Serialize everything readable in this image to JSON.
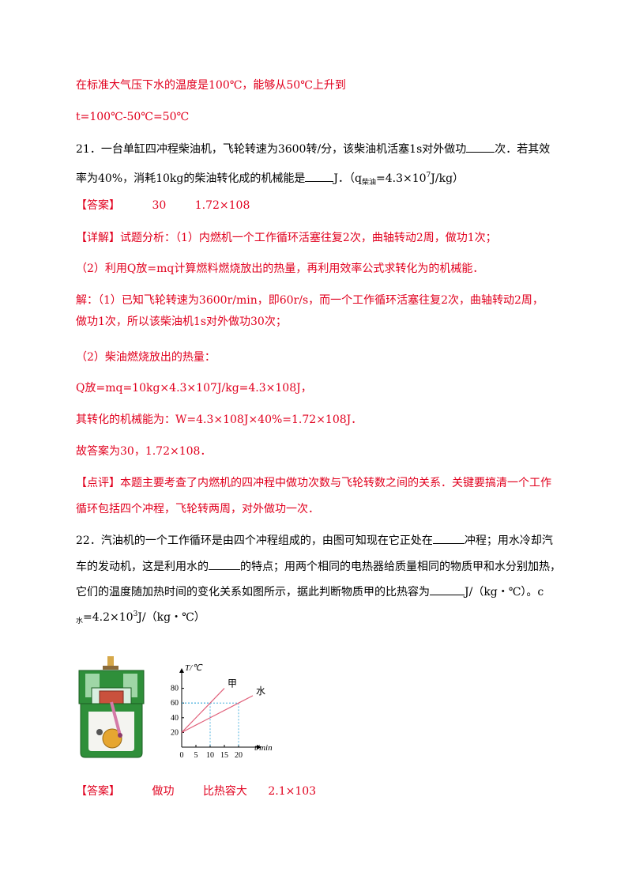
{
  "prev": {
    "line1": "在标准大气压下水的温度是100℃，能够从50℃上升到",
    "line2": "t=100℃-50℃=50℃"
  },
  "q21": {
    "line1_a": "21．一台单缸四冲程柴油机，飞轮转速为3600转/分，该柴油机活塞1s对外做功",
    "line1_b": "次．若其效",
    "line2_a": "率为40%，消耗10kg的柴油转化成的机械能是",
    "line2_b": "J．（q",
    "line2_sub": "柴油",
    "line2_c": "=4.3×10",
    "line2_sup": "7",
    "line2_d": "J/kg）",
    "answer_label": "【答案】",
    "answer_1": "30",
    "answer_2": "1.72×108",
    "analysis": [
      "【详解】试题分析：（1）内燃机一个工作循环活塞往复2次，曲轴转动2周，做功1次；",
      "（2）利用Q放=mq计算燃料燃烧放出的热量，再利用效率公式求转化为的机械能．",
      "解：（1）已知飞轮转速为3600r/min，即60r/s，而一个工作循环活塞往复2次，曲轴转动2周，",
      "做功1次，所以该柴油机1s对外做功30次；",
      "（2）柴油燃烧放出的热量：",
      "Q放=mq=10kg×4.3×107J/kg=4.3×108J，",
      "其转化的机械能为：W=4.3×108J×40%=1.72×108J．",
      "故答案为30，1.72×108．",
      "【点评】本题主要考查了内燃机的四冲程中做功次数与飞轮转数之间的关系．关键要搞清一个工作",
      "循环包括四个冲程，飞轮转两周，对外做功一次．"
    ]
  },
  "q22": {
    "line1_a": "22．汽油机的一个工作循环是由四个冲程组成的，由图可知现在它正处在",
    "line1_b": "冲程；用水冷却汽",
    "line2_a": "车的发动机，这是利用水的",
    "line2_b": "的特点；用两个相同的电热器给质量相同的物质甲和水分别加热，",
    "line3_a": "它们的温度随加热时间的变化关系如图所示，据此判断物质甲的比热容为",
    "line3_b": "J/（kg・℃）。c",
    "line4_sub": "水",
    "line4_a": "=4.2×10",
    "line4_sup": "3",
    "line4_b": "J/（kg・℃）",
    "answer_label": "【答案】",
    "answer_1": "做功",
    "answer_2": "比热容大",
    "answer_3": "2.1×103"
  },
  "chart_data": {
    "type": "line",
    "ylabel": "T/℃",
    "xlabel": "t/min",
    "x_ticks": [
      "0",
      "5",
      "10",
      "15",
      "20"
    ],
    "y_ticks": [
      "20",
      "40",
      "60",
      "80"
    ],
    "xlim": [
      0,
      25
    ],
    "ylim": [
      0,
      100
    ],
    "series": [
      {
        "name": "甲",
        "x": [
          0,
          10,
          15
        ],
        "y": [
          20,
          60,
          80
        ]
      },
      {
        "name": "水",
        "x": [
          0,
          20,
          25
        ],
        "y": [
          20,
          60,
          70
        ]
      }
    ],
    "guides": [
      {
        "x": 10,
        "y": 60
      },
      {
        "x": 20,
        "y": 60
      }
    ],
    "colors": {
      "甲": "#e0607a",
      "水": "#e0607a",
      "guide": "#2aa3d8"
    }
  }
}
